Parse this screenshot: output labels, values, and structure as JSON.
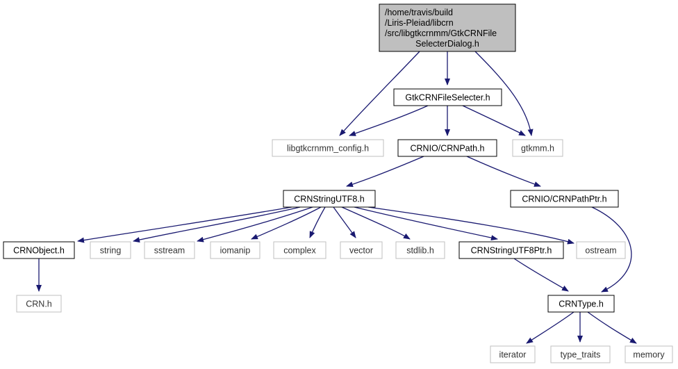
{
  "colors": {
    "edge": "#191970",
    "root_fill": "#bfbfbf",
    "internal_border": "#000000",
    "external_border": "#bfbfbf"
  },
  "nodes": [
    {
      "id": "root",
      "lines": [
        "/home/travis/build",
        "/Liris-Pleiad/libcrn",
        "/src/libgtkcrnmm/GtkCRNFile",
        "SelecterDialog.h"
      ],
      "kind": "root"
    },
    {
      "id": "gtkfileselecter",
      "lines": [
        "GtkCRNFileSelecter.h"
      ],
      "kind": "internal"
    },
    {
      "id": "config",
      "lines": [
        "libgtkcrnmm_config.h"
      ],
      "kind": "external"
    },
    {
      "id": "crnpath",
      "lines": [
        "CRNIO/CRNPath.h"
      ],
      "kind": "internal"
    },
    {
      "id": "gtkmm",
      "lines": [
        "gtkmm.h"
      ],
      "kind": "external"
    },
    {
      "id": "stringutf8",
      "lines": [
        "CRNStringUTF8.h"
      ],
      "kind": "internal"
    },
    {
      "id": "pathptr",
      "lines": [
        "CRNIO/CRNPathPtr.h"
      ],
      "kind": "internal"
    },
    {
      "id": "crnobject",
      "lines": [
        "CRNObject.h"
      ],
      "kind": "internal"
    },
    {
      "id": "string",
      "lines": [
        "string"
      ],
      "kind": "external"
    },
    {
      "id": "sstream",
      "lines": [
        "sstream"
      ],
      "kind": "external"
    },
    {
      "id": "iomanip",
      "lines": [
        "iomanip"
      ],
      "kind": "external"
    },
    {
      "id": "complex",
      "lines": [
        "complex"
      ],
      "kind": "external"
    },
    {
      "id": "vector",
      "lines": [
        "vector"
      ],
      "kind": "external"
    },
    {
      "id": "stdlib",
      "lines": [
        "stdlib.h"
      ],
      "kind": "external"
    },
    {
      "id": "stringutf8ptr",
      "lines": [
        "CRNStringUTF8Ptr.h"
      ],
      "kind": "internal"
    },
    {
      "id": "ostream",
      "lines": [
        "ostream"
      ],
      "kind": "external"
    },
    {
      "id": "crnh",
      "lines": [
        "CRN.h"
      ],
      "kind": "external"
    },
    {
      "id": "crntype",
      "lines": [
        "CRNType.h"
      ],
      "kind": "internal"
    },
    {
      "id": "iterator",
      "lines": [
        "iterator"
      ],
      "kind": "external"
    },
    {
      "id": "typetraits",
      "lines": [
        "type_traits"
      ],
      "kind": "external"
    },
    {
      "id": "memory",
      "lines": [
        "memory"
      ],
      "kind": "external"
    }
  ],
  "edges": [
    {
      "from": "root",
      "to": "gtkfileselecter"
    },
    {
      "from": "root",
      "to": "config"
    },
    {
      "from": "root",
      "to": "gtkmm"
    },
    {
      "from": "gtkfileselecter",
      "to": "config"
    },
    {
      "from": "gtkfileselecter",
      "to": "crnpath"
    },
    {
      "from": "gtkfileselecter",
      "to": "gtkmm"
    },
    {
      "from": "crnpath",
      "to": "stringutf8"
    },
    {
      "from": "crnpath",
      "to": "pathptr"
    },
    {
      "from": "stringutf8",
      "to": "crnobject"
    },
    {
      "from": "stringutf8",
      "to": "string"
    },
    {
      "from": "stringutf8",
      "to": "sstream"
    },
    {
      "from": "stringutf8",
      "to": "iomanip"
    },
    {
      "from": "stringutf8",
      "to": "complex"
    },
    {
      "from": "stringutf8",
      "to": "vector"
    },
    {
      "from": "stringutf8",
      "to": "stdlib"
    },
    {
      "from": "stringutf8",
      "to": "stringutf8ptr"
    },
    {
      "from": "stringutf8",
      "to": "ostream"
    },
    {
      "from": "pathptr",
      "to": "crntype"
    },
    {
      "from": "crnobject",
      "to": "crnh"
    },
    {
      "from": "stringutf8ptr",
      "to": "crntype"
    },
    {
      "from": "crntype",
      "to": "iterator"
    },
    {
      "from": "crntype",
      "to": "typetraits"
    },
    {
      "from": "crntype",
      "to": "memory"
    }
  ]
}
